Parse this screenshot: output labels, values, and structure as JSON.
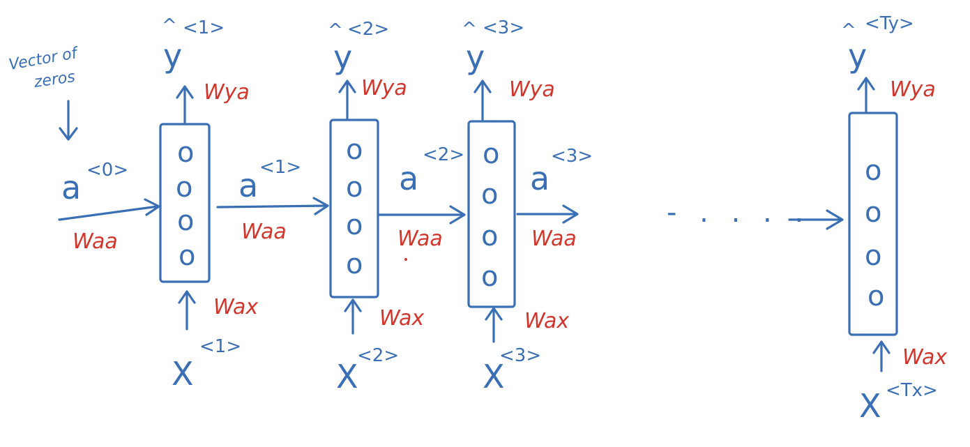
{
  "note": {
    "line1": "Vector of",
    "line2": "zeros"
  },
  "initial_state": {
    "symbol": "a",
    "sup": "<0>",
    "weight": "Waa"
  },
  "steps": [
    {
      "y": "y",
      "y_hat": "^",
      "y_sup": "<1>",
      "w_ya": "Wya",
      "a": "a",
      "a_sup": "<1>",
      "w_aa": "Waa",
      "x": "X",
      "x_sup": "<1>",
      "w_ax": "Wax",
      "cell_units": [
        "o",
        "o",
        "o",
        "o"
      ]
    },
    {
      "y": "y",
      "y_hat": "^",
      "y_sup": "<2>",
      "w_ya": "Wya",
      "a": "a",
      "a_sup": "<2>",
      "w_aa": "Waa",
      "x": "X",
      "x_sup": "<2>",
      "w_ax": "Wax",
      "cell_units": [
        "o",
        "o",
        "o",
        "o"
      ]
    },
    {
      "y": "y",
      "y_hat": "^",
      "y_sup": "<3>",
      "w_ya": "Wya",
      "a": "a",
      "a_sup": "<3>",
      "w_aa": "Waa",
      "x": "X",
      "x_sup": "<3>",
      "w_ax": "Wax",
      "cell_units": [
        "o",
        "o",
        "o",
        "o"
      ]
    },
    {
      "y": "y",
      "y_hat": "^",
      "y_sup": "<Ty>",
      "w_ya": "Wya",
      "x": "X",
      "x_sup": "<Tx>",
      "w_ax": "Wax",
      "cell_units": [
        "o",
        "o",
        "o",
        "o"
      ]
    }
  ],
  "ellipsis": "- . . . .",
  "colors": {
    "ink": "#3a6fb5",
    "weights": "#d2352b"
  }
}
